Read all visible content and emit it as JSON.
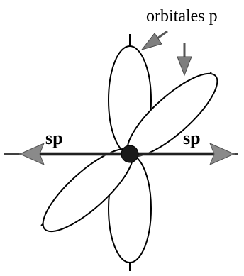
{
  "labels": {
    "orbitals": "orbitales p",
    "sp_left": "sp",
    "sp_right": "sp"
  },
  "colors": {
    "line": "#000000",
    "arrow": "#7f7f7f",
    "arrow_dark": "#555555",
    "nucleus": "#1a1a1a",
    "background": "#ffffff"
  }
}
